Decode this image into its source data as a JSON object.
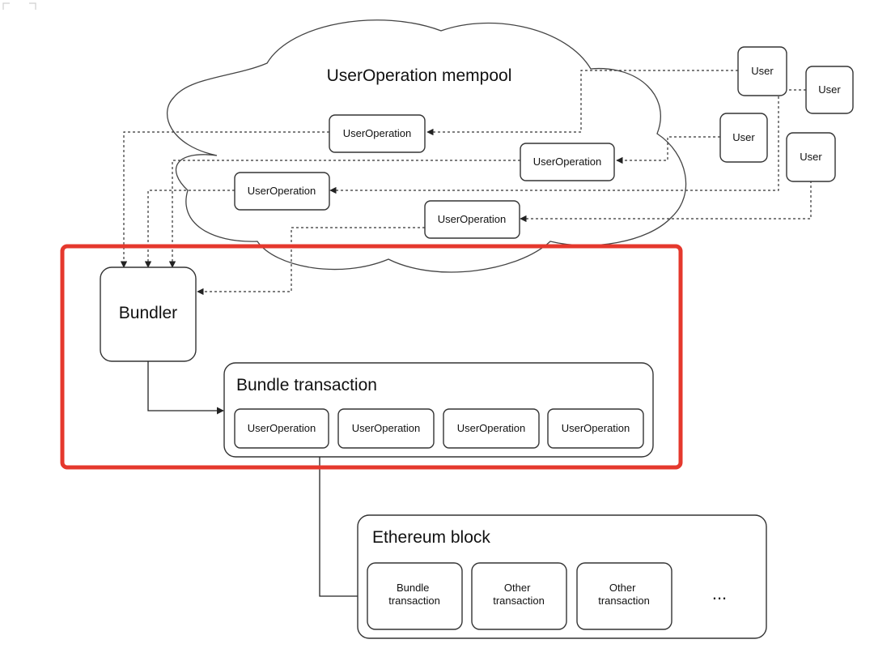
{
  "mempool": {
    "title": "UserOperation mempool"
  },
  "users": [
    "User",
    "User",
    "User",
    "User"
  ],
  "mempool_ops": [
    "UserOperation",
    "UserOperation",
    "UserOperation",
    "UserOperation"
  ],
  "bundler": {
    "label": "Bundler"
  },
  "bundle_transaction": {
    "title": "Bundle transaction",
    "ops": [
      "UserOperation",
      "UserOperation",
      "UserOperation",
      "UserOperation"
    ]
  },
  "ethereum_block": {
    "title": "Ethereum block",
    "items": [
      {
        "line1": "Bundle",
        "line2": "transaction"
      },
      {
        "line1": "Other",
        "line2": "transaction"
      },
      {
        "line1": "Other",
        "line2": "transaction"
      }
    ],
    "ellipsis": "..."
  },
  "colors": {
    "highlight": "#e5382d",
    "stroke": "#333333"
  }
}
